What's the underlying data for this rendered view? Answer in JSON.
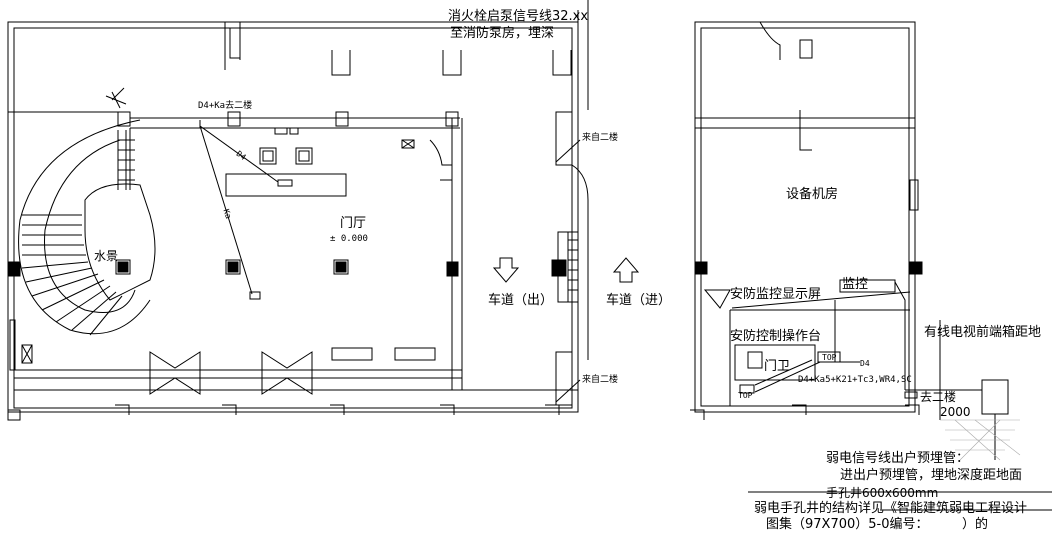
{
  "top_notes": {
    "fire_line": "消火栓启泵信号线32.xx",
    "fire_line_2": "至消防泵房，埋深"
  },
  "rooms": {
    "lobby": "门厅",
    "lobby_level": "± 0.000",
    "equipment": "设备机房",
    "monitor": "监控",
    "screen": "安防监控显示屏",
    "console": "安防控制操作台",
    "guard": "门卫",
    "pool": "水景"
  },
  "lanes": {
    "exit": "车道（出）",
    "enter": "车道（进）"
  },
  "lines": {
    "d4_ka_up": "D4+Ka去二楼",
    "from_2f_top": "来自二楼",
    "from_2f_bottom": "来自二楼",
    "to_2f": "去二楼",
    "dim_2000": "2000",
    "d4": "D4",
    "ka": "Ka",
    "top": "TOP",
    "top2": "TOP",
    "guard_cable": "D4+Ka5+K21+Tc3,WR4,SC",
    "catv": "有线电视前端箱距地"
  },
  "notes": {
    "weak_pipe": "弱电信号线出户预埋管：",
    "weak_pipe_2": "进出户预埋管，埋地深度距地面",
    "hand_hole": "手孔井600x600mm",
    "hand_hole_ref": "弱电手孔井的结构详见《智能建筑弱电工程设计",
    "atlas": "图集（97X700）5-0编号：",
    "atlas_end": "）的"
  }
}
